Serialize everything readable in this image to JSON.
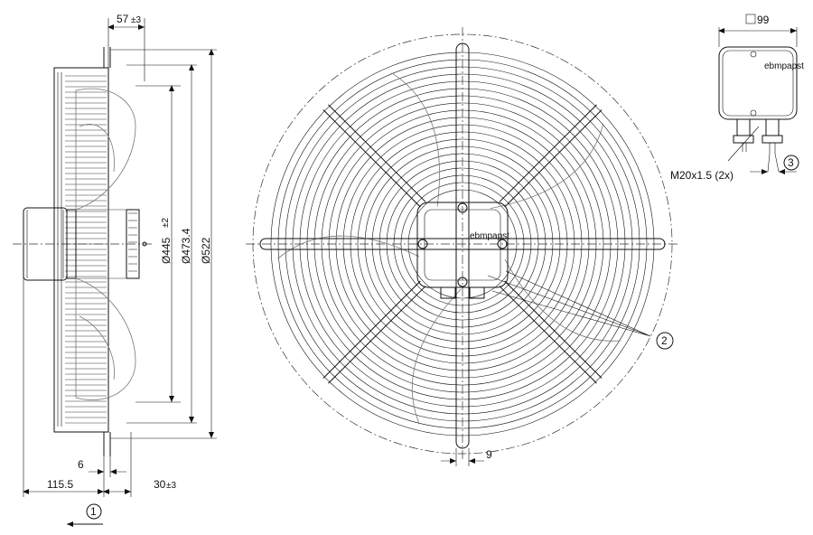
{
  "dimensions": {
    "offset_57": "57",
    "tol_57": "±3",
    "dia_445": "Ø445",
    "tol_445": "±2",
    "dia_473": "Ø473.4",
    "dia_522": "Ø522",
    "dim_6": "6",
    "dim_115": "115.5",
    "dim_30": "30",
    "tol_30": "±3",
    "dim_9": "9",
    "box_99": "99",
    "thread": "M20x1.5 (2x)"
  },
  "callouts": {
    "c1": "1",
    "c2": "2",
    "c3": "3"
  },
  "logo": "ebmpapst"
}
